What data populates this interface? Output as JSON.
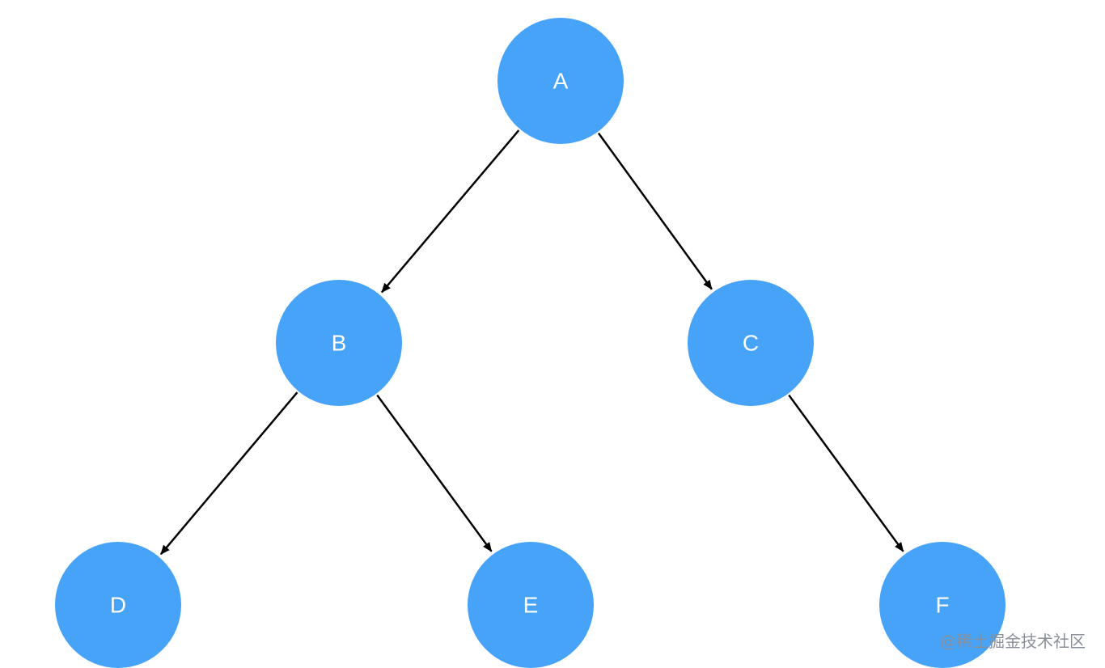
{
  "tree": {
    "node_color": "#46a3f8",
    "edge_color": "#000000",
    "nodes": [
      {
        "id": "A",
        "label": "A"
      },
      {
        "id": "B",
        "label": "B"
      },
      {
        "id": "C",
        "label": "C"
      },
      {
        "id": "D",
        "label": "D"
      },
      {
        "id": "E",
        "label": "E"
      },
      {
        "id": "F",
        "label": "F"
      }
    ],
    "edges": [
      {
        "from": "A",
        "to": "B"
      },
      {
        "from": "A",
        "to": "C"
      },
      {
        "from": "B",
        "to": "D"
      },
      {
        "from": "B",
        "to": "E"
      },
      {
        "from": "C",
        "to": "F"
      }
    ]
  },
  "watermark": "@稀土掘金技术社区"
}
